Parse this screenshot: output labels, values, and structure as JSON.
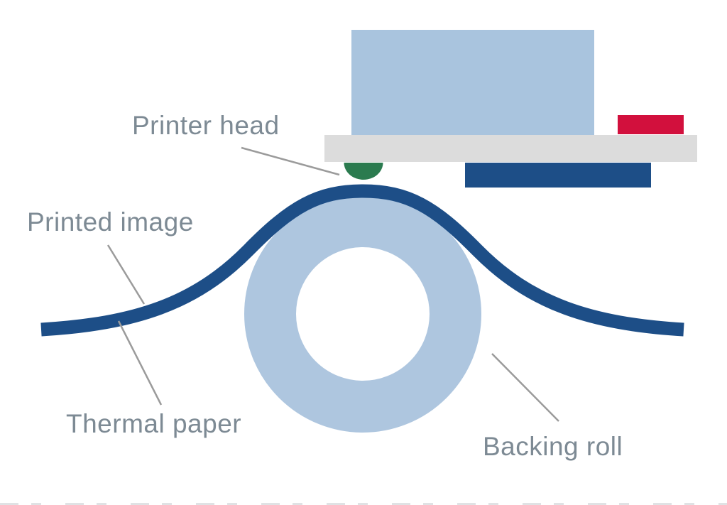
{
  "diagram": {
    "type": "thermal-printer-mechanism",
    "labels": {
      "printer_head": "Printer head",
      "printed_image": "Printed image",
      "thermal_paper": "Thermal paper",
      "backing_roll": "Backing roll"
    },
    "colors": {
      "background": "#ffffff",
      "paper_line": "#1d4e87",
      "printer_body": "#a9c4de",
      "roll_fill": "#aec6df",
      "platen_bar": "#dcdcdc",
      "head_green": "#2b7b4f",
      "accent_red": "#d2103d",
      "label_text": "#7d8a94",
      "leader_line": "#9b9b9b"
    }
  }
}
